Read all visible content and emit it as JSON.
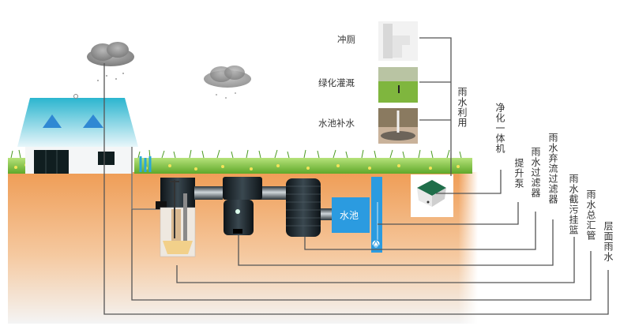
{
  "diagram": {
    "title": "Rainwater harvesting system diagram",
    "usage_group_label": "雨水利用",
    "usages": [
      {
        "label": "冲厕",
        "icon": "toilet-photo"
      },
      {
        "label": "绿化灌溉",
        "icon": "lawn-irrigation-photo"
      },
      {
        "label": "水池补水",
        "icon": "fountain-photo"
      }
    ],
    "pool_label": "水池",
    "callouts": [
      {
        "label": "净化一体机"
      },
      {
        "label": "提升泵"
      },
      {
        "label": "雨水过滤器"
      },
      {
        "label": "雨水弃流过滤器"
      },
      {
        "label": "雨水截污挂篮"
      },
      {
        "label": "雨水总汇管"
      },
      {
        "label": "层面雨水"
      }
    ],
    "colors": {
      "soil": "#f0a868",
      "grass": "#8cc63f",
      "pool": "#2b9be0",
      "roof": "#2bb5d0",
      "line": "#555555",
      "dark_tank": "#1e2a30"
    }
  }
}
